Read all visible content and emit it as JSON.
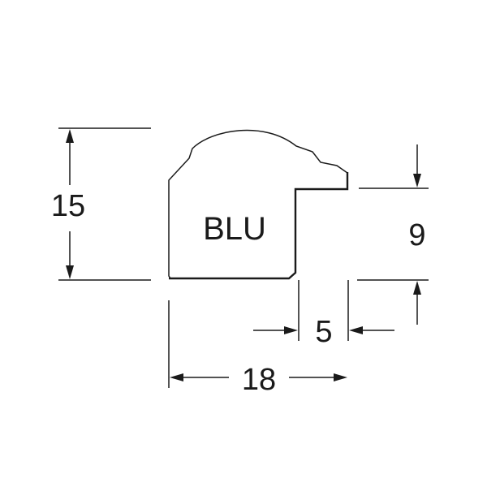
{
  "profile": {
    "code": "BLU"
  },
  "dimensions": {
    "height": "15",
    "rebate_depth": "9",
    "rebate_width": "5",
    "width": "18"
  }
}
